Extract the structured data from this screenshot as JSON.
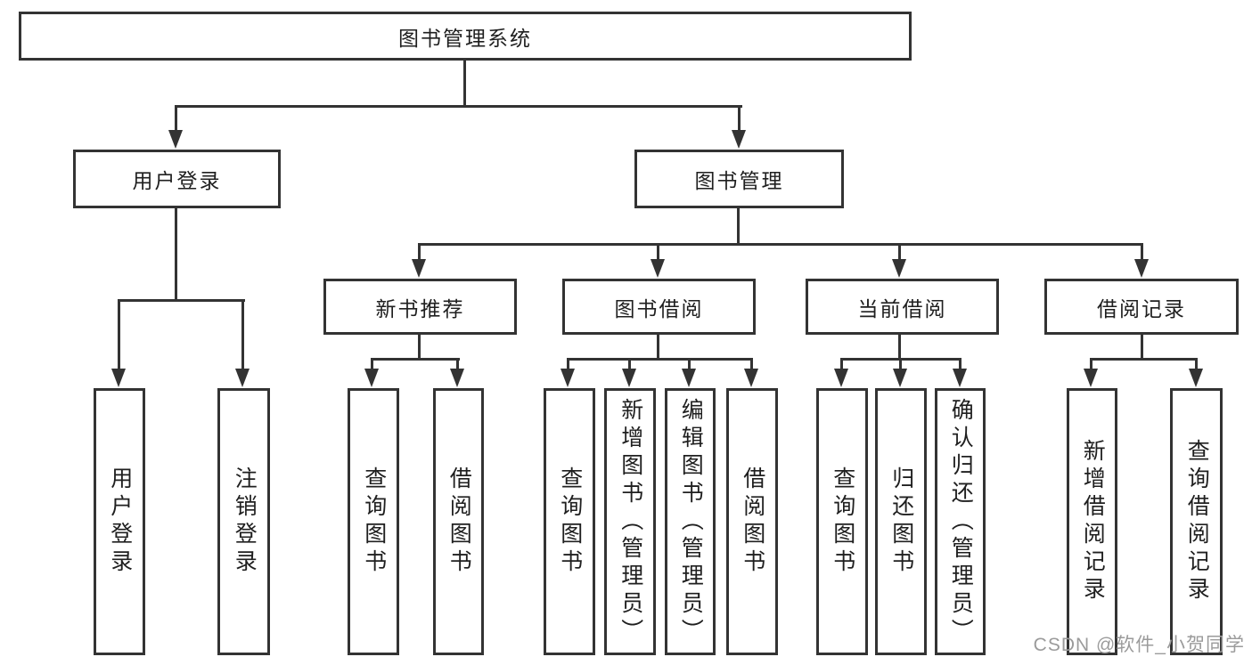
{
  "page": {
    "background": "#ffffff"
  },
  "diagram": {
    "title": "图书管理系统",
    "line_color": "#333333",
    "text_color": "#1f1f1f",
    "nodes": [
      {
        "id": "system",
        "label": "图书管理系统"
      },
      {
        "id": "user-login",
        "label": "用户登录"
      },
      {
        "id": "book-management",
        "label": "图书管理"
      },
      {
        "id": "new-book-recommend",
        "label": "新书推荐"
      },
      {
        "id": "book-borrowing",
        "label": "图书借阅"
      },
      {
        "id": "current-borrowing",
        "label": "当前借阅"
      },
      {
        "id": "borrowing-records",
        "label": "借阅记录"
      },
      {
        "id": "leaf-user-login",
        "label": "用户登录"
      },
      {
        "id": "leaf-logout",
        "label": "注销登录"
      },
      {
        "id": "leaf-query-books-recommend",
        "label": "查询图书"
      },
      {
        "id": "leaf-borrow-books-recommend",
        "label": "借阅图书"
      },
      {
        "id": "leaf-query-books-borrowing",
        "label": "查询图书"
      },
      {
        "id": "leaf-add-books-admin",
        "label": "新增图书（管理员）"
      },
      {
        "id": "leaf-edit-books-admin",
        "label": "编辑图书（管理员）"
      },
      {
        "id": "leaf-borrow-books-borrowing",
        "label": "借阅图书"
      },
      {
        "id": "leaf-query-books-current",
        "label": "查询图书"
      },
      {
        "id": "leaf-return-books",
        "label": "归还图书"
      },
      {
        "id": "leaf-confirm-return-admin",
        "label": "确认归还（管理员）"
      },
      {
        "id": "leaf-add-borrow-record",
        "label": "新增借阅记录"
      },
      {
        "id": "leaf-query-borrow-record",
        "label": "查询借阅记录"
      }
    ],
    "hierarchy": {
      "system": [
        "user-login",
        "book-management"
      ],
      "user-login": [
        "leaf-user-login",
        "leaf-logout"
      ],
      "book-management": [
        "new-book-recommend",
        "book-borrowing",
        "current-borrowing",
        "borrowing-records"
      ],
      "new-book-recommend": [
        "leaf-query-books-recommend",
        "leaf-borrow-books-recommend"
      ],
      "book-borrowing": [
        "leaf-query-books-borrowing",
        "leaf-add-books-admin",
        "leaf-edit-books-admin",
        "leaf-borrow-books-borrowing"
      ],
      "current-borrowing": [
        "leaf-query-books-current",
        "leaf-return-books",
        "leaf-confirm-return-admin"
      ],
      "borrowing-records": [
        "leaf-add-borrow-record",
        "leaf-query-borrow-record"
      ]
    }
  },
  "watermark": {
    "text": "CSDN @软件_小贺同学",
    "color": "#9b9b9b"
  }
}
